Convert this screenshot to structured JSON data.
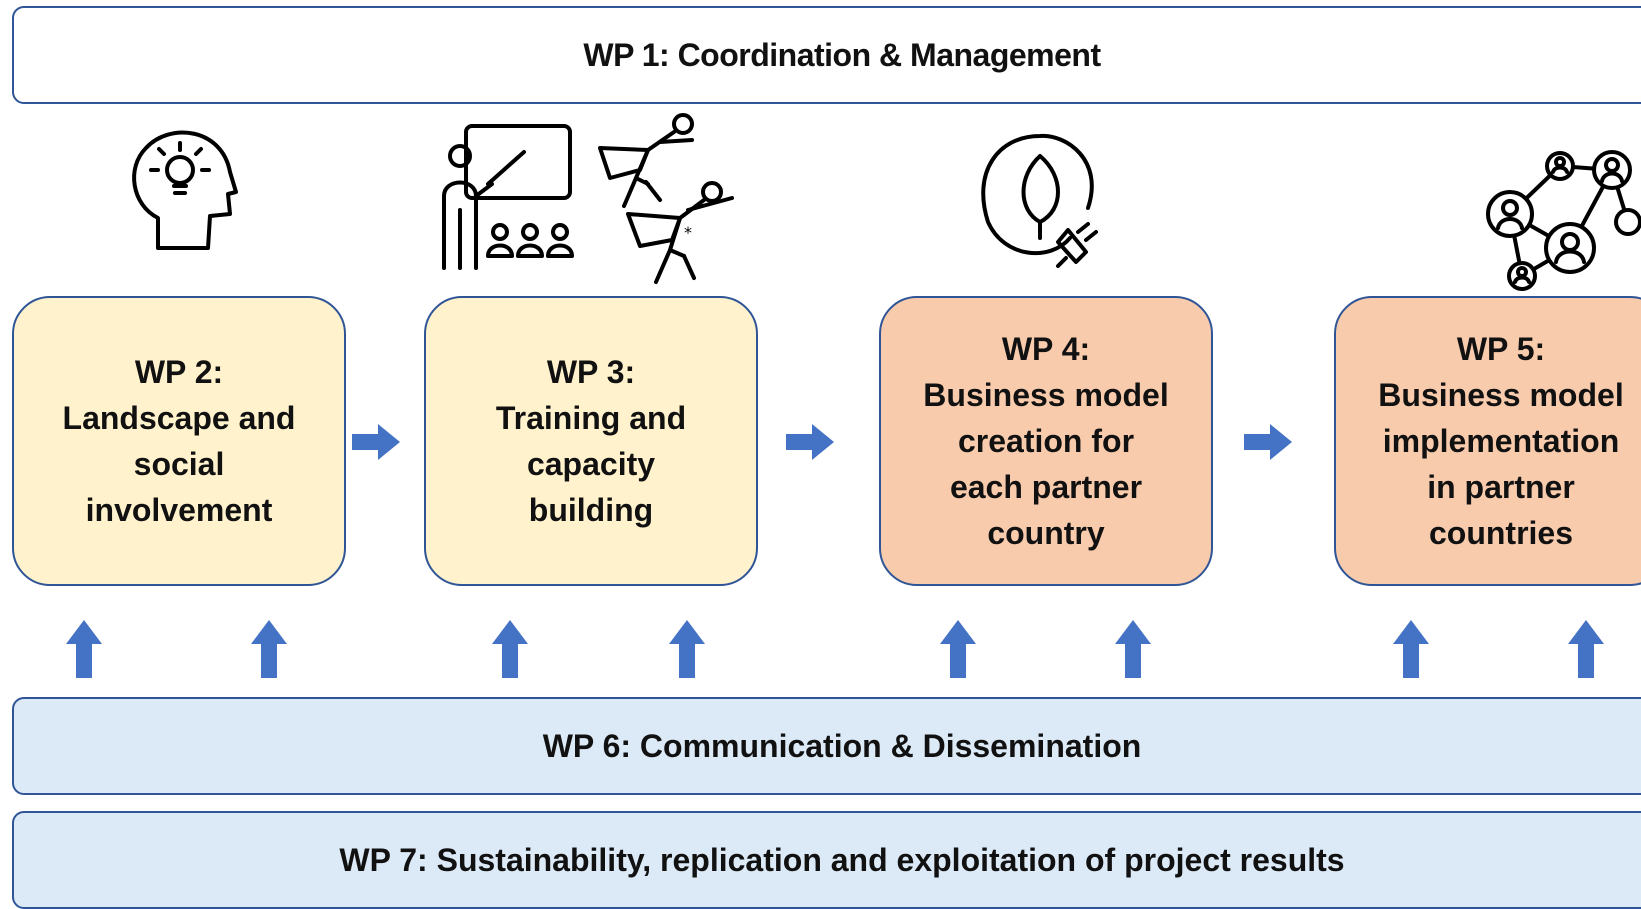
{
  "wp1": {
    "label": "WP 1: Coordination & Management"
  },
  "wp2": {
    "lines": [
      "WP 2:",
      "Landscape and",
      "social",
      "involvement"
    ]
  },
  "wp3": {
    "lines": [
      "WP 3:",
      "Training and",
      "capacity",
      "building"
    ]
  },
  "wp4": {
    "lines": [
      "WP 4:",
      "Business model",
      "creation for",
      "each partner",
      "country"
    ]
  },
  "wp5": {
    "lines": [
      "WP 5:",
      "Business model",
      "implementation",
      "in partner",
      "countries"
    ]
  },
  "wp6": {
    "label": "WP 6: Communication & Dissemination"
  },
  "wp7": {
    "label": "WP 7: Sustainability, replication and exploitation of project results"
  },
  "icons": [
    "lightbulb-head-icon",
    "teacher-classroom-icon",
    "superheroes-icon",
    "leaf-plug-icon",
    "people-network-icon"
  ],
  "colors": {
    "border": "#2f5597",
    "arrow": "#4472c4",
    "wp2_wp3_fill": "#fff2cc",
    "wp4_wp5_fill": "#f8cbad",
    "wp6_wp7_fill": "#dce9f6"
  }
}
